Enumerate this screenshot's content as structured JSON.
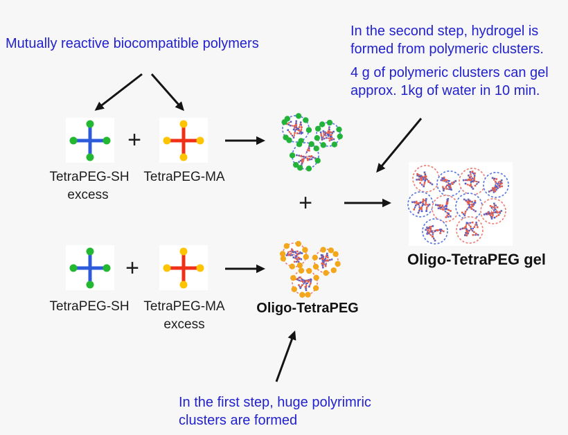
{
  "heading": "Mutually reactive biocompatible polymers",
  "notes": {
    "step2_lines": [
      "In the second step, hydrogel is",
      "formed from polymeric clusters."
    ],
    "step2b_lines": [
      "4 g of polymeric clusters can gel",
      "approx. 1kg of water in 10 min."
    ],
    "step1_lines": [
      "In the first step, huge polyrimric",
      "clusters are formed"
    ]
  },
  "row1": {
    "left_label": "TetraPEG-SH",
    "left_sub": "excess",
    "plus": "+",
    "right_label": "TetraPEG-MA"
  },
  "row2": {
    "left_label": "TetraPEG-SH",
    "plus": "+",
    "right_label": "TetraPEG-MA",
    "right_sub": "excess"
  },
  "combine_plus": "+",
  "products": {
    "oligo_label": "Oligo-TetraPEG",
    "gel_label": "Oligo-TetraPEG gel"
  },
  "colors": {
    "background": "#f7f7f7",
    "panel": "#ffffff",
    "note_text": "#2121cd",
    "label_text": "#1d1d1d",
    "arrow": "#141414",
    "sh_arm": "#2e5bdc",
    "sh_end": "#22b830",
    "ma_arm": "#ee3118",
    "ma_end": "#fdc404",
    "cluster_outline_blue": "#5b79e4",
    "cluster_outline_red": "#ee8176",
    "cluster_dot_green": "#23b33a",
    "cluster_dot_yellow": "#f2a71c",
    "net_red": "#e2604f",
    "net_blue": "#4a5fd0"
  }
}
